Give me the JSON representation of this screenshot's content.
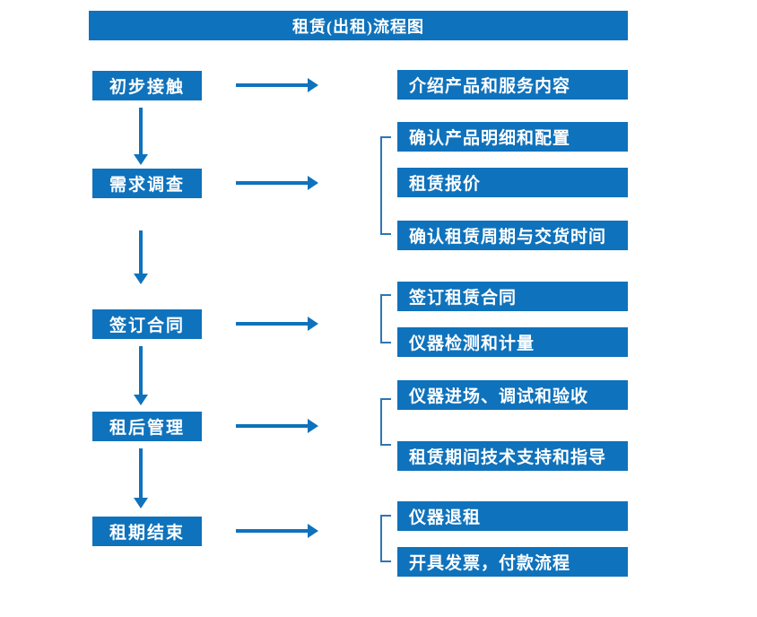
{
  "title": "租赁(出租)流程图",
  "colors": {
    "box_blue": "#0f72bc",
    "arrow_blue": "#0f72bc",
    "bracket_blue": "#2e75b6",
    "text_on_blue": "#ffffff",
    "background": "#ffffff"
  },
  "steps": [
    {
      "label": "初步接触"
    },
    {
      "label": "需求调查"
    },
    {
      "label": "签订合同"
    },
    {
      "label": "租后管理"
    },
    {
      "label": "租期结束"
    }
  ],
  "results": [
    {
      "label": "介绍产品和服务内容"
    },
    {
      "label": "确认产品明细和配置"
    },
    {
      "label": "租赁报价"
    },
    {
      "label": "确认租赁周期与交货时间"
    },
    {
      "label": "签订租赁合同"
    },
    {
      "label": "仪器检测和计量"
    },
    {
      "label": "仪器进场、调试和验收"
    },
    {
      "label": "租赁期间技术支持和指导"
    },
    {
      "label": "仪器退租"
    },
    {
      "label": "开具发票，付款流程"
    }
  ],
  "connections": [
    {
      "step": "初步接触",
      "results": [
        "介绍产品和服务内容"
      ]
    },
    {
      "step": "需求调查",
      "results": [
        "确认产品明细和配置",
        "租赁报价",
        "确认租赁周期与交货时间"
      ]
    },
    {
      "step": "签订合同",
      "results": [
        "签订租赁合同",
        "仪器检测和计量"
      ]
    },
    {
      "step": "租后管理",
      "results": [
        "仪器进场、调试和验收",
        "租赁期间技术支持和指导"
      ]
    },
    {
      "step": "租期结束",
      "results": [
        "仪器退租",
        "开具发票，付款流程"
      ]
    }
  ]
}
